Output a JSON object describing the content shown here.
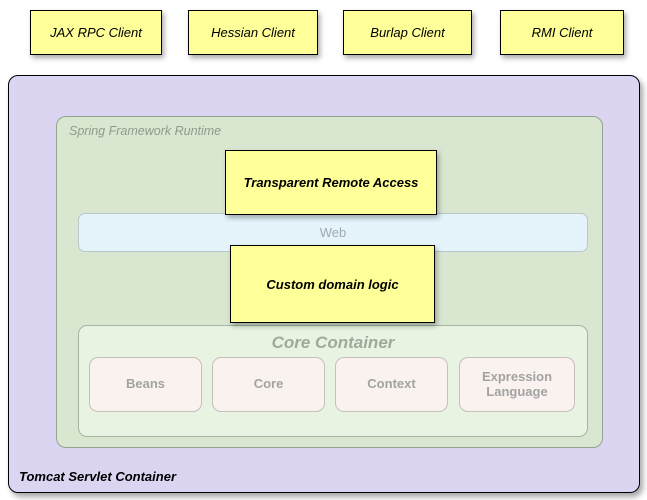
{
  "clients": [
    {
      "label": "JAX RPC Client"
    },
    {
      "label": "Hessian Client"
    },
    {
      "label": "Burlap Client"
    },
    {
      "label": "RMI Client"
    }
  ],
  "tomcat": {
    "label": "Tomcat Servlet Container"
  },
  "spring": {
    "label": "Spring Framework Runtime"
  },
  "remote_access": {
    "label": "Transparent Remote Access"
  },
  "web": {
    "label": "Web"
  },
  "domain_logic": {
    "label": "Custom domain logic"
  },
  "core": {
    "label": "Core Container",
    "modules": [
      {
        "label": "Beans"
      },
      {
        "label": "Core"
      },
      {
        "label": "Context"
      },
      {
        "label": "Expression Language"
      }
    ]
  },
  "colors": {
    "client_fill": "#ffff99",
    "tomcat_fill": "#dcd5f2",
    "spring_fill": "#d9e7d1",
    "web_fill": "#e4f4fa",
    "core_fill": "#e8f3e2",
    "module_fill": "#faf2ef"
  }
}
